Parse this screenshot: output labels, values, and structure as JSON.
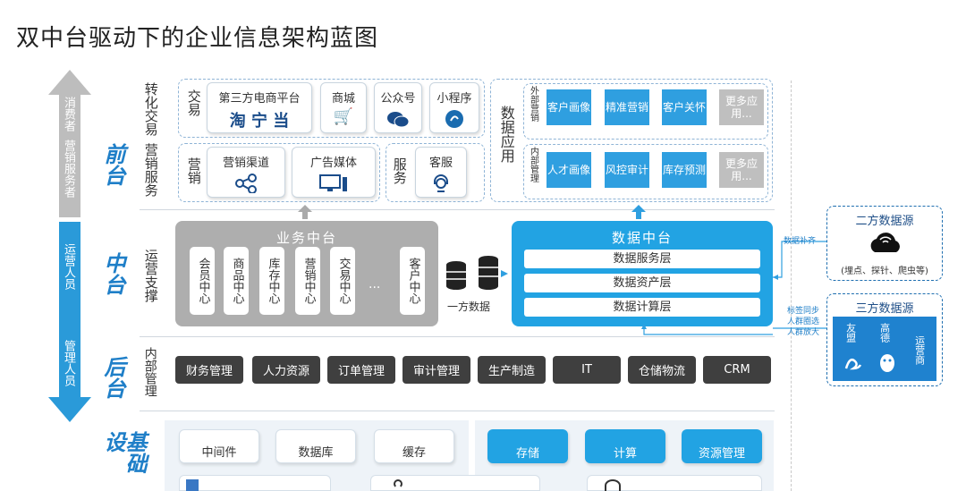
{
  "title": "双中台驱动下的企业信息架构蓝图",
  "side_arrow": {
    "top_label_1": "消费者",
    "top_label_2": "营销服务者",
    "mid_label": "运营人员",
    "bottom_label": "管理人员"
  },
  "layers": {
    "front": "前台",
    "middle": "中台",
    "back": "后台",
    "infra": "基础设"
  },
  "front": {
    "conv_label": "转化交易",
    "mkt_label": "营销服务",
    "trade": {
      "label": "交易",
      "ecom": "第三方电商平台",
      "ecom_logos": "淘 宁 当",
      "mall": "商城",
      "wechat_pub": "公众号",
      "mini_prog": "小程序"
    },
    "marketing": {
      "label": "营销",
      "channel": "营销渠道",
      "media": "广告媒体"
    },
    "service": {
      "label": "服务",
      "cs": "客服"
    },
    "data_app": {
      "label": "数据应用",
      "external_label": "外部营销",
      "internal_label": "内部管理",
      "external_items": [
        "客户画像",
        "精准营销",
        "客户关怀",
        "更多应用..."
      ],
      "internal_items": [
        "人才画像",
        "风控审计",
        "库存预测",
        "更多应用..."
      ]
    }
  },
  "middle": {
    "ops_label": "运营支撑",
    "biz": {
      "title": "业务中台",
      "items": [
        "会员中心",
        "商品中心",
        "库存中心",
        "营销中心",
        "交易中心",
        "客户中心"
      ],
      "ellipsis": "..."
    },
    "first_party": "一方数据",
    "data": {
      "title": "数据中台",
      "layers": [
        "数据服务层",
        "数据资产层",
        "数据计算层"
      ]
    },
    "data_supplement": "数据补齐",
    "sync_notes": [
      "标签同步",
      "人群圈选",
      "人群放大"
    ]
  },
  "second_party": {
    "title": "二方数据源",
    "desc": "(埋点、探针、爬虫等)"
  },
  "third_party": {
    "title": "三方数据源",
    "items": [
      "友盟",
      "高德",
      "运营商"
    ]
  },
  "back": {
    "internal_label": "内部管理",
    "items": [
      "财务管理",
      "人力资源",
      "订单管理",
      "审计管理",
      "生产制造",
      "IT",
      "仓储物流",
      "CRM"
    ]
  },
  "infra": {
    "white": [
      "中间件",
      "数据库",
      "缓存"
    ],
    "blue": [
      "存储",
      "计算",
      "资源管理"
    ]
  },
  "colors": {
    "blue": "#2f9fe0",
    "dark": "#3f3f3f",
    "gray": "#bfbfbf"
  }
}
